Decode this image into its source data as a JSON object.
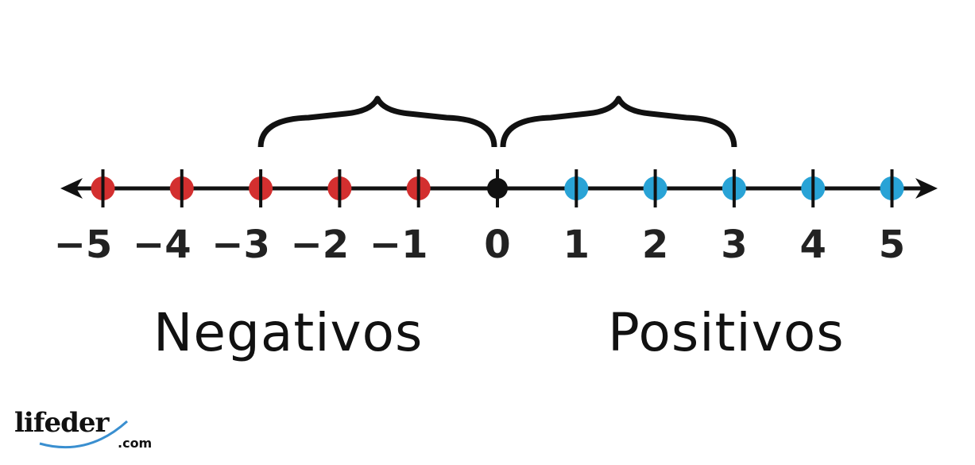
{
  "number_line": {
    "points": [
      {
        "value": -5,
        "label": "−5",
        "color": "#d32f2f"
      },
      {
        "value": -4,
        "label": "−4",
        "color": "#d32f2f"
      },
      {
        "value": -3,
        "label": "−3",
        "color": "#d32f2f"
      },
      {
        "value": -2,
        "label": "−2",
        "color": "#d32f2f"
      },
      {
        "value": -1,
        "label": "−1",
        "color": "#d32f2f"
      },
      {
        "value": 0,
        "label": "0",
        "color": "#111111"
      },
      {
        "value": 1,
        "label": "1",
        "color": "#29a3d6"
      },
      {
        "value": 2,
        "label": "2",
        "color": "#29a3d6"
      },
      {
        "value": 3,
        "label": "3",
        "color": "#29a3d6"
      },
      {
        "value": 4,
        "label": "4",
        "color": "#29a3d6"
      },
      {
        "value": 5,
        "label": "5",
        "color": "#29a3d6"
      }
    ],
    "braces": [
      {
        "from": -3,
        "to": 0
      },
      {
        "from": 0,
        "to": 3
      }
    ]
  },
  "captions": {
    "negative": "Negativos",
    "positive": "Positivos"
  },
  "logo": {
    "name": "lifeder",
    "suffix": ".com",
    "swoosh_color": "#3a8fd0"
  }
}
